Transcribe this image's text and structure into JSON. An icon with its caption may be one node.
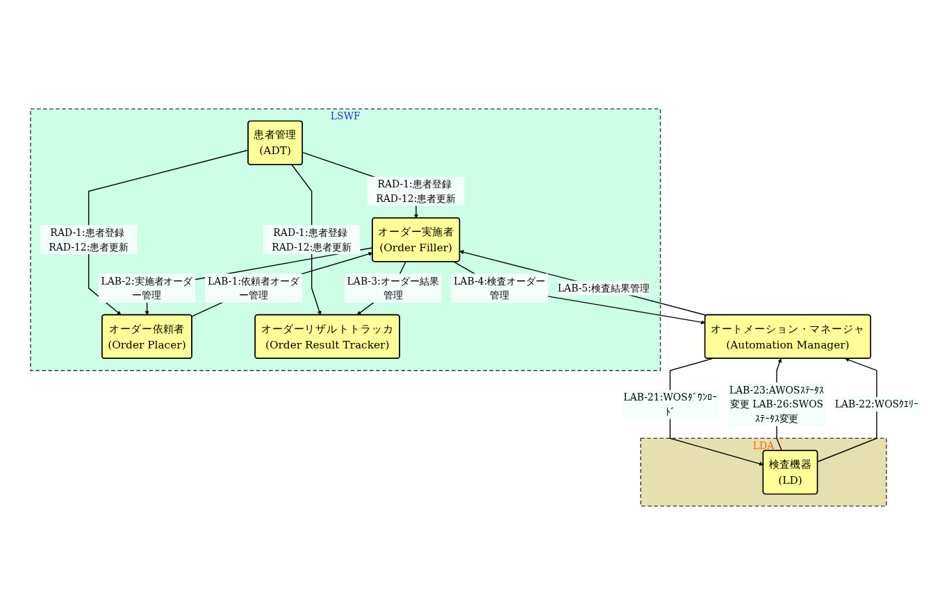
{
  "diagram": {
    "nodes": [
      {
        "text": [
          "LSWF"
        ]
      },
      {
        "text": [
          "患者管理",
          "(ADT)"
        ],
        "in": 0
      },
      {
        "text": [
          "オーダー依頼者",
          "(Order Placer)"
        ],
        "in": 0
      },
      {
        "text": [
          "オーダー実施者",
          "(Order Filler)"
        ],
        "in": 0
      },
      {
        "text": [
          "オーダーリザルトトラッカ",
          "(Order Result Tracker)"
        ],
        "in": 0
      },
      {
        "text": [
          "LDA"
        ]
      },
      {
        "text": [
          "オートメーション・マネージャ",
          "(Automation Manager)"
        ]
      },
      {
        "text": [
          "検査機器",
          "(LD)"
        ],
        "in": 5
      }
    ],
    "edges": [
      {
        "from": 1,
        "to": 3,
        "arrow": "to",
        "label": "RAD-1:患者登録 RAD-12:患者更新"
      },
      {
        "from": 1,
        "to": 2,
        "arrow": "to",
        "label": "RAD-1:患者登録 RAD-12:患者更新"
      },
      {
        "from": 1,
        "to": 4,
        "arrow": "to",
        "label": "RAD-1:患者登録 RAD-12:患者更新"
      },
      {
        "from": 2,
        "to": 3,
        "arrow": "to",
        "label": "LAB-1:依頼者オーダー管理"
      },
      {
        "from": 3,
        "to": 2,
        "arrow": "to",
        "label": "LAB-2:実施者オーダー管理"
      },
      {
        "from": 3,
        "to": 4,
        "arrow": "to",
        "label": "LAB-3:オーダー結果管理"
      },
      {
        "from": 3,
        "to": 6,
        "arrow": "to",
        "label": "LAB-4:検査オーダー管理"
      },
      {
        "from": 6,
        "to": 3,
        "arrow": "to",
        "label": "LAB-5:検査結果管理"
      },
      {
        "from": 6,
        "to": 7,
        "arrow": "to",
        "label": "LAB-21:WOSﾀﾞｳﾝﾛｰﾄﾞ"
      },
      {
        "from": 7,
        "to": 6,
        "arrow": "to",
        "label": "LAB-23:AWOSｽﾃｰﾀｽ変更 LAB-26:SWOSｽﾃｰﾀｽ変更"
      },
      {
        "from": 7,
        "to": 6,
        "arrow": "to",
        "label": "LAB-22:WOSｸｴﾘｰ"
      }
    ]
  }
}
